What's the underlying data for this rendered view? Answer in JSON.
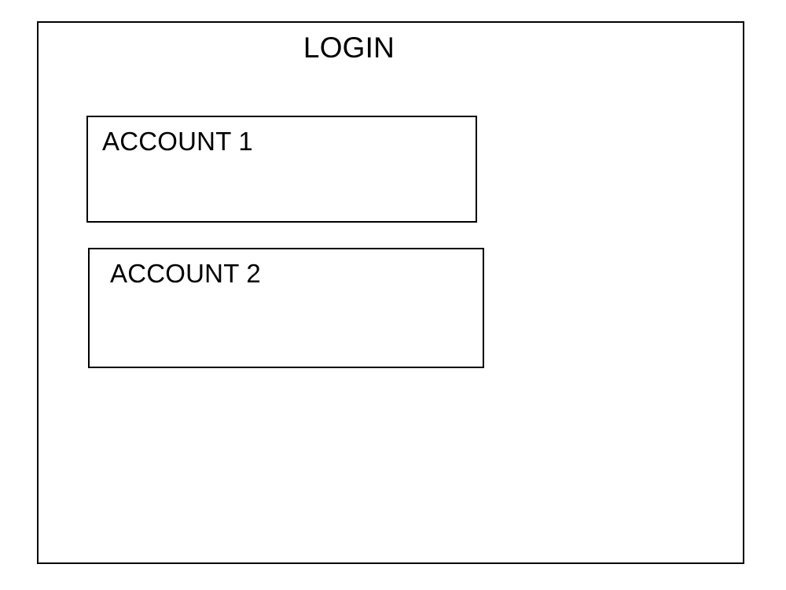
{
  "screen": {
    "title": "LOGIN",
    "background_color": "#ffffff",
    "border_color": "#000000",
    "text_color": "#000000"
  },
  "accounts": [
    {
      "label": "ACCOUNT 1"
    },
    {
      "label": "ACCOUNT 2"
    }
  ]
}
